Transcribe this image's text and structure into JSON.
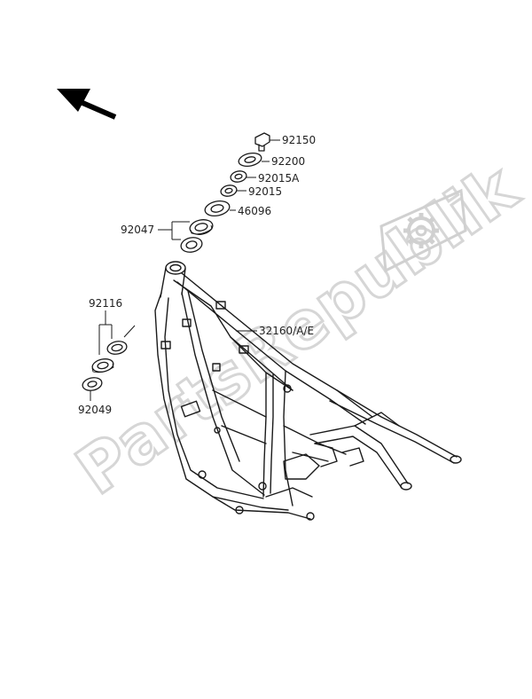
{
  "parts": {
    "p92150": "92150",
    "p92200": "92200",
    "p92015A": "92015A",
    "p92015": "92015",
    "p46096": "46096",
    "p92047": "92047",
    "p92116": "92116",
    "p32160": "32160/A/E",
    "p92049": "92049"
  },
  "watermark": {
    "text": "PartsRepublik"
  },
  "icons": {
    "direction": "front-direction-arrow-icon",
    "logo": "gear-flag-logo-icon"
  },
  "colors": {
    "line": "#1a1a1a",
    "watermark": "#d6d6d6",
    "background": "#ffffff"
  }
}
